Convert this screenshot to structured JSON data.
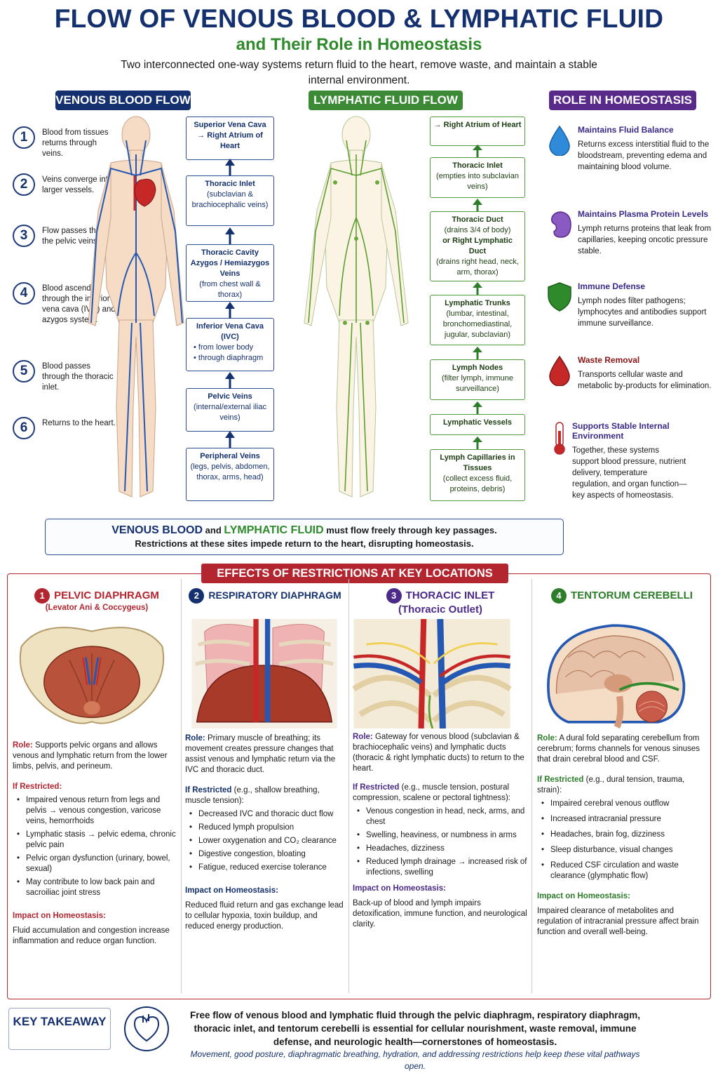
{
  "header": {
    "title": "FLOW OF VENOUS BLOOD & LYMPHATIC FLUID",
    "subtitle": "and Their Role in Homeostasis",
    "intro": "Two interconnected one-way systems return fluid to the heart, remove waste, and maintain a stable internal environment."
  },
  "sections": {
    "venous": "VENOUS BLOOD FLOW",
    "lymph": "LYMPHATIC FLUID FLOW",
    "role": "ROLE IN HOMEOSTASIS"
  },
  "venous_steps": [
    {
      "num": "1",
      "text": "Blood from tissues returns through veins."
    },
    {
      "num": "2",
      "text": "Veins converge into larger vessels."
    },
    {
      "num": "3",
      "text": "Flow passes through the pelvic veins."
    },
    {
      "num": "4",
      "text": "Blood ascends through the inferior vena cava (IVC) and azygos system."
    },
    {
      "num": "5",
      "text": "Blood passes through the thoracic inlet."
    },
    {
      "num": "6",
      "text": "Returns to the heart."
    }
  ],
  "venous_boxes": [
    {
      "title": "Superior Vena Cava → Right Atrium of Heart",
      "detail": ""
    },
    {
      "title": "Thoracic Inlet",
      "detail": "(subclavian & brachiocephalic veins)"
    },
    {
      "title": "Thoracic Cavity Azygos / Hemiazygos Veins",
      "detail": "(from chest wall & thorax)"
    },
    {
      "title": "Inferior Vena Cava (IVC)",
      "detail": "• from lower body\n• through diaphragm"
    },
    {
      "title": "Pelvic Veins",
      "detail": "(internal/external iliac veins)"
    },
    {
      "title": "Peripheral Veins",
      "detail": "(legs, pelvis, abdomen, thorax, arms, head)"
    }
  ],
  "lymph_boxes": [
    {
      "title": "→ Right Atrium of Heart",
      "detail": ""
    },
    {
      "title": "Thoracic Inlet",
      "detail": "(empties into subclavian veins)"
    },
    {
      "title": "Thoracic Duct",
      "detail": "(drains 3/4 of body)",
      "title2": "or Right Lymphatic Duct",
      "detail2": "(drains right head, neck, arm, thorax)"
    },
    {
      "title": "Lymphatic Trunks",
      "detail": "(lumbar, intestinal, bronchomediastinal, jugular, subclavian)"
    },
    {
      "title": "Lymph Nodes",
      "detail": "(filter lymph, immune surveillance)"
    },
    {
      "title": "Lymphatic Vessels",
      "detail": ""
    },
    {
      "title": "Lymph Capillaries in Tissues",
      "detail": "(collect excess fluid, proteins, debris)"
    }
  ],
  "roles": [
    {
      "icon": "water-drop-icon",
      "title": "Maintains Fluid Balance",
      "text": "Returns excess interstitial fluid to the bloodstream, preventing edema and maintaining blood volume."
    },
    {
      "icon": "kidney-icon",
      "title": "Maintains Plasma Protein Levels",
      "text": "Lymph returns proteins that leak from capillaries, keeping oncotic pressure stable."
    },
    {
      "icon": "shield-icon",
      "title": "Immune Defense",
      "text": "Lymph nodes filter pathogens; lymphocytes and antibodies support immune surveillance."
    },
    {
      "icon": "blood-drop-icon",
      "title": "Waste Removal",
      "text": "Transports cellular waste and metabolic by-products for elimination."
    },
    {
      "icon": "thermometer-icon",
      "title": "Supports Stable Internal Environment",
      "text": "Together, these systems support blood pressure, nutrient delivery, temperature regulation, and organ function—key aspects of homeostasis."
    }
  ],
  "banner": {
    "venous": "VENOUS BLOOD",
    "and": "and",
    "lymph": "LYMPHATIC FLUID",
    "rest": "must flow freely through key passages.",
    "line2": "Restrictions at these sites impede return to the heart, disrupting homeostasis."
  },
  "effects_title": "EFFECTS OF RESTRICTIONS AT KEY LOCATIONS",
  "labels": {
    "role": "Role:",
    "restricted": "If Restricted",
    "impact": "Impact on Homeostasis:"
  },
  "effects": [
    {
      "num": "1",
      "name": "PELVIC DIAPHRAGM",
      "sub": "(Levator Ani & Coccygeus)",
      "color": "#b3262f",
      "role": "Supports pelvic organs and allows venous and lymphatic return from the lower limbs, pelvis, and perineum.",
      "restricted_extra": ":",
      "items": [
        "Impaired venous return from legs and pelvis → venous congestion, varicose veins, hemorrhoids",
        "Lymphatic stasis → pelvic edema, chronic pelvic pain",
        "Pelvic organ dysfunction (urinary, bowel, sexual)",
        "May contribute to low back pain and sacroiliac joint stress"
      ],
      "impact": "Fluid accumulation and congestion increase inflammation and reduce organ function."
    },
    {
      "num": "2",
      "name": "RESPIRATORY DIAPHRAGM",
      "sub": "",
      "color": "#14306e",
      "role": "Primary muscle of breathing; its movement creates pressure changes that assist venous and lymphatic return via the IVC and thoracic duct.",
      "restricted_extra": " (e.g., shallow breathing, muscle tension):",
      "items": [
        "Decreased IVC and thoracic duct flow",
        "Reduced lymph propulsion",
        "Lower oxygenation and CO₂ clearance",
        "Digestive congestion, bloating",
        "Fatigue, reduced exercise tolerance"
      ],
      "impact": "Reduced fluid return and gas exchange lead to cellular hypoxia, toxin buildup, and reduced energy production."
    },
    {
      "num": "3",
      "name": "THORACIC INLET",
      "sub": "(Thoracic Outlet)",
      "color": "#4b2a8a",
      "role": "Gateway for venous blood (subclavian & brachiocephalic veins) and lymphatic ducts (thoracic & right lymphatic ducts) to return to the heart.",
      "restricted_extra": " (e.g., muscle tension, postural compression, scalene or pectoral tightness):",
      "items": [
        "Venous congestion in head, neck, arms, and chest",
        "Swelling, heaviness, or numbness in arms",
        "Headaches, dizziness",
        "Reduced lymph drainage → increased risk of infections, swelling"
      ],
      "impact": "Back-up of blood and lymph impairs detoxification, immune function, and neurological clarity."
    },
    {
      "num": "4",
      "name": "TENTORUM CEREBELLI",
      "sub": "",
      "color": "#2e7d2a",
      "role": "A dural fold separating cerebellum from cerebrum; forms channels for venous sinuses that drain cerebral blood and CSF.",
      "restricted_extra": " (e.g., dural tension, trauma, strain):",
      "items": [
        "Impaired cerebral venous outflow",
        "Increased intracranial pressure",
        "Headaches, brain fog, dizziness",
        "Sleep disturbance, visual changes",
        "Reduced CSF circulation and waste clearance (glymphatic flow)"
      ],
      "impact": "Impaired clearance of metabolites and regulation of intracranial pressure affect brain function and overall well-being."
    }
  ],
  "takeaway": {
    "label": "KEY TAKEAWAY",
    "text": "Free flow of venous blood and lymphatic fluid through the pelvic diaphragm, respiratory diaphragm, thoracic inlet, and tentorum cerebelli is essential for cellular nourishment, waste removal, immune defense, and neurologic health—cornerstones of homeostasis.",
    "note": "Movement, good posture, diaphragmatic breathing, hydration, and addressing restrictions help keep these vital pathways open."
  }
}
